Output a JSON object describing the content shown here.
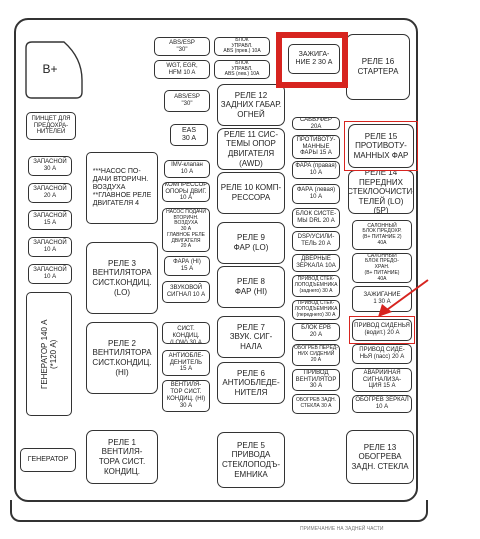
{
  "colors": {
    "highlight": "#d7241f",
    "outline": "#333333",
    "background": "#ffffff"
  },
  "boxes": {
    "bplus": "B+",
    "abs_esp_30": "ABS/ESP\n\"30\"",
    "blok_abs": "БЛОК\nУПРАВЛ.\nABS (прев.) 10A",
    "wgt_egr": "WGT, EGR,\nHFM 10 A",
    "abs_blok2": "БЛОК\nУПРАВЛ.\nABS (лев.) 10A",
    "zazhiganie2": "ЗАЖИГА-\nНИЕ 2  30 А",
    "rele16": "РЕЛЕ 16\nСТАРТЕРА",
    "abs_esp_30b": "ABS/ESP\n\"30\"",
    "rele12": "РЕЛЕ 12\nЗАДНИХ ГАБАР.\nОГНЕЙ",
    "pincet": "ПИНЦЕТ ДЛЯ\nПРЕДОХРА-\nНИТЕЛЕЙ",
    "eas": "EAS\n30 A",
    "sabvufer": "САБВУФЕР 20А",
    "rele15": "РЕЛЕ 15\nПРОТИВОТУ-\nМАННЫХ ФАР",
    "zap30": "ЗАПАСНОЙ\n30 А",
    "nasos": "***НАСОС ПО-\nДАЧИ ВТОРИЧН.\nВОЗДУХА\n**ГЛАВНОЕ РЕЛЕ\nДВИГАТЕЛЯ 4",
    "rele11": "РЕЛЕ 11 СИС-\nТЕМЫ ОПОР\nДВИГАТЕЛЯ (AWD)",
    "protivotuman": "ПРОТИВОТУ-\nМАННЫЕ\nФАРЫ 15 А",
    "imv": "IMV-клапан\n10 A",
    "fara_prav": "ФАРА (правая)\n10 A",
    "rele14": "РЕЛЕ 14\nПЕРЕДНИХ\nСТЕКЛООЧИСТИ-\nТЕЛЕЙ (LO)\n(5P)",
    "zap20": "ЗАПАСНОЙ\n20 А",
    "kompressor": "КОМПРЕССОР\nОПОРЫ ДВИГ.\n10 А",
    "rele10": "РЕЛЕ 10 КОМП-\nРЕССОРА",
    "fara_lev": "ФАРА (левая)\n10 A",
    "zap15": "ЗАПАСНОЙ\n15 А",
    "nasos_podachi": "НАСОС ПОДАЧИ\nВТОРИЧН.\nВОЗДУХА\n30 А\nГЛАВНОЕ РЕЛЕ\nДВИГАТЕЛЯ\n20 А",
    "blok_dvs": "БЛОК СИСТЕ-\nМЫ DRL 20 A",
    "salon1": "САЛОННЫЙ\nБЛОК ПРЕДОХР.\n(В+ ПИТАНИЕ 2)\n40А",
    "zap10": "ЗАПАСНОЙ\n10 А",
    "rele9": "РЕЛЕ 9\nФАР (LO)",
    "dsp": "DSP/УСИЛИ-\nТЕЛЬ 20 А",
    "salon2": "САЛОННЫЙ\nБЛОК ПРЕДО-\nХРАН.\n(В+ ПИТАНИЕ)\n40А",
    "zap10b": "ЗАПАСНОЙ\n10 А",
    "rele3": "РЕЛЕ 3\nВЕНТИЛЯТОРА\nСИСТ.КОНДИЦ.\n(LO)",
    "fara_hi": "ФАРА (HI)\n15 A",
    "dvernye": "ДВЕРНЫЕ\nЗЕРКАЛА 10A",
    "generator140": "ГЕНЕРАТОР 140 А\n(*120 А)",
    "rele8": "РЕЛЕ 8\nФАР (HI)",
    "zvuk_signal": "ЗВУКОВОЙ\nСИГНАЛ 10 А",
    "privod_zadn": "ПРИВОД СТЕК-\nЛОПОДЪЕМНИКА\n(заднего) 30 А",
    "zazhiganie1": "ЗАЖИГАНИЕ\n1   30 А",
    "privod_per": "ПРИВОД СТЕК-\nЛОПОДЪЕМНИКА\n(переднего) 30 А",
    "vent_low": "ВЕНТИЛЯТОРА\nСИСТ. КОНДИЦ.\n(LOW) 30 А",
    "rele7": "РЕЛЕ 7\nЗВУК. СИГ-\nНАЛА",
    "blok_erv": "БЛОК ЕРВ\n20 А",
    "privod_sid_v": "ПРИВОД СИДЕНЬЯ\n(водит.) 20 А",
    "rele2": "РЕЛЕ 2\nВЕНТИЛЯТОРА\nСИСТ.КОНДИЦ.\n(HI)",
    "antiobled": "АНТИОБЛЕ-\nДЕНИТЕЛЬ\n15 А",
    "obogrev_per": "ОБОГРЕВ ПЕРЕД-\nНИХ СИДЕНИЙ\n20 А",
    "privod_sid_p": "ПРИВОД СИДЕ-\nНЬЯ (пасс) 20 А",
    "vent_hi": "ВЕНТИЛЯ-\nТОР СИСТ.\nКОНДИЦ. (HI)\n30 А",
    "rele6": "РЕЛЕ 6\nАНТИОБЛЕДЕ-\nНИТЕЛЯ",
    "privod_vent": "ПРИВОД\nВЕНТИЛЯТОР\n30 А",
    "avar": "АВАРИЙНАЯ\nСИГНАЛИЗА-\nЦИЯ 15 А",
    "obogrev_zadn": "ОБОГРЕВ ЗАДН.\nСТЕКЛА 30 А",
    "obogrev_zerk": "ОБОГРЕВ ЗЕРКАЛ\n10 А",
    "generator": "ГЕНЕРАТОР",
    "rele1": "РЕЛЕ 1\nВЕНТИЛЯ-\nТОРА СИСТ.\nКОНДИЦ.",
    "rele5": "РЕЛЕ 5\nПРИВОДА\nСТЕКЛОПОДЪ-\nЕМНИКА",
    "rele13": "РЕЛЕ 13\nОБОГРЕВА\nЗАДН. СТЕКЛА",
    "bottom_strip": "ПРИМЕЧАНИЕ НА ЗАДНЕЙ ЧАСТИ"
  }
}
